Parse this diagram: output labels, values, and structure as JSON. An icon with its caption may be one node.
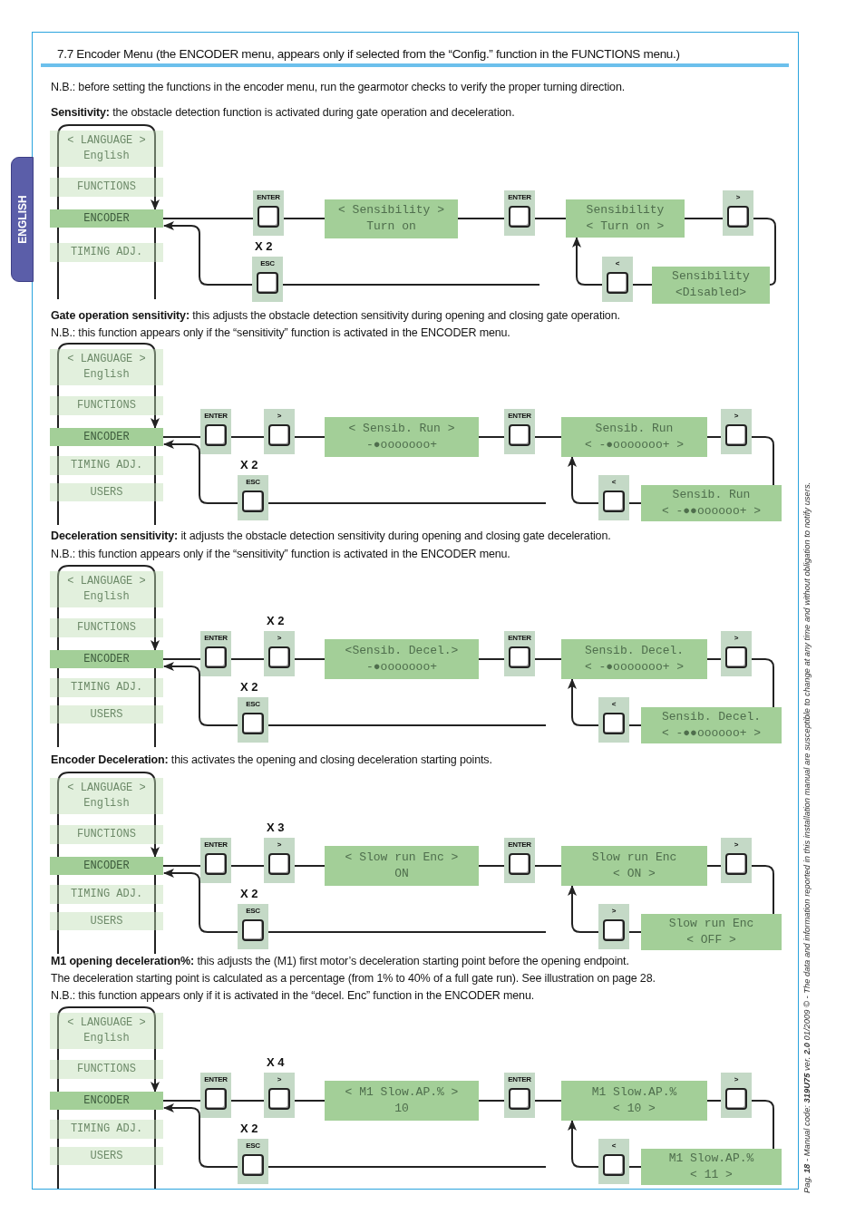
{
  "diagram": {
    "title": "7.7 Encoder Menu (the ENCODER menu, appears only if selected from the “Config.” function in the FUNCTIONS menu.)",
    "nodes": [
      {
        "text": [
          "< LANGUAGE >",
          "English"
        ]
      },
      {
        "text": [
          "FUNCTIONS"
        ]
      },
      {
        "text": [
          "ENCODER"
        ]
      },
      {
        "text": [
          "TIMING ADJ."
        ]
      },
      {
        "text": [
          "ENTER"
        ]
      },
      {
        "text": [
          "< Sensibility >",
          "Turn on"
        ]
      },
      {
        "text": [
          "ENTER"
        ]
      },
      {
        "text": [
          "Sensibility",
          "< Turn on >"
        ]
      },
      {
        "text": [
          ">"
        ]
      },
      {
        "text": [
          "Sensibility",
          "<Disabled>"
        ]
      },
      {
        "text": [
          "<"
        ]
      },
      {
        "text": [
          "ESC"
        ],
        "beside": [
          "X 2"
        ]
      },
      {
        "text": [
          "< LANGUAGE >",
          "English"
        ]
      },
      {
        "text": [
          "FUNCTIONS"
        ]
      },
      {
        "text": [
          "ENCODER"
        ]
      },
      {
        "text": [
          "TIMING ADJ."
        ]
      },
      {
        "text": [
          "USERS"
        ]
      },
      {
        "text": [
          "ENTER"
        ]
      },
      {
        "text": [
          ">"
        ]
      },
      {
        "text": [
          "< Sensib. Run >",
          "-●ooooooo+"
        ]
      },
      {
        "text": [
          "ENTER"
        ]
      },
      {
        "text": [
          "Sensib. Run",
          "< -●ooooooo+ >"
        ]
      },
      {
        "text": [
          ">"
        ]
      },
      {
        "text": [
          "Sensib. Run",
          "< -●●oooooo+ >"
        ]
      },
      {
        "text": [
          "<"
        ]
      },
      {
        "text": [
          "ESC"
        ],
        "beside": [
          "X 2"
        ]
      },
      {
        "text": [
          "< LANGUAGE >",
          "English"
        ]
      },
      {
        "text": [
          "FUNCTIONS"
        ]
      },
      {
        "text": [
          "ENCODER"
        ]
      },
      {
        "text": [
          "TIMING ADJ."
        ]
      },
      {
        "text": [
          "USERS"
        ]
      },
      {
        "text": [
          "ENTER"
        ]
      },
      {
        "text": [
          ">"
        ],
        "beside": [
          "X 2"
        ]
      },
      {
        "text": [
          "<Sensib. Decel.>",
          "-●ooooooo+"
        ]
      },
      {
        "text": [
          "ENTER"
        ]
      },
      {
        "text": [
          "Sensib. Decel.",
          "< -●ooooooo+ >"
        ]
      },
      {
        "text": [
          ">"
        ]
      },
      {
        "text": [
          "Sensib. Decel.",
          "< -●●oooooo+ >"
        ]
      },
      {
        "text": [
          "<"
        ]
      },
      {
        "text": [
          "ESC"
        ],
        "beside": [
          "X 2"
        ]
      },
      {
        "text": [
          "< LANGUAGE >",
          "English"
        ]
      },
      {
        "text": [
          "FUNCTIONS"
        ]
      },
      {
        "text": [
          "ENCODER"
        ]
      },
      {
        "text": [
          "TIMING ADJ."
        ]
      },
      {
        "text": [
          "USERS"
        ]
      },
      {
        "text": [
          "ENTER"
        ]
      },
      {
        "text": [
          ">"
        ],
        "beside": [
          "X 3"
        ]
      },
      {
        "text": [
          "< Slow run Enc >",
          "ON"
        ]
      },
      {
        "text": [
          "ENTER"
        ]
      },
      {
        "text": [
          "Slow run Enc",
          "< ON >"
        ]
      },
      {
        "text": [
          ">"
        ]
      },
      {
        "text": [
          "Slow run Enc",
          "< OFF >"
        ]
      },
      {
        "text": [
          ">"
        ]
      },
      {
        "text": [
          "ESC"
        ],
        "beside": [
          "X 2"
        ]
      },
      {
        "text": [
          "< LANGUAGE >",
          "English"
        ]
      },
      {
        "text": [
          "FUNCTIONS"
        ]
      },
      {
        "text": [
          "ENCODER"
        ]
      },
      {
        "text": [
          "TIMING ADJ."
        ]
      },
      {
        "text": [
          "USERS"
        ]
      },
      {
        "text": [
          "ENTER"
        ]
      },
      {
        "text": [
          ">"
        ],
        "beside": [
          "X 4"
        ]
      },
      {
        "text": [
          "< M1 Slow.AP.% >",
          "10"
        ]
      },
      {
        "text": [
          "ENTER"
        ]
      },
      {
        "text": [
          "M1 Slow.AP.%",
          "< 10 >"
        ]
      },
      {
        "text": [
          ">"
        ]
      },
      {
        "text": [
          "M1 Slow.AP.%",
          "< 11 >"
        ]
      },
      {
        "text": [
          "<"
        ]
      },
      {
        "text": [
          "ESC"
        ],
        "beside": [
          "X 2"
        ]
      }
    ],
    "edges": [
      {
        "from": 2,
        "to": 4,
        "arrow": "none"
      },
      {
        "from": 4,
        "to": 5,
        "arrow": "none"
      },
      {
        "from": 5,
        "to": 6,
        "arrow": "none"
      },
      {
        "from": 6,
        "to": 7,
        "arrow": "none"
      },
      {
        "from": 7,
        "to": 8,
        "arrow": "none"
      },
      {
        "from": 8,
        "to": 9,
        "arrow": "none"
      },
      {
        "from": 9,
        "to": 10,
        "arrow": "none"
      },
      {
        "from": 10,
        "to": 7,
        "arrow": "to"
      },
      {
        "from": 11,
        "to": 2,
        "arrow": "to"
      },
      {
        "from": 11,
        "to": null,
        "arrow": "none"
      },
      {
        "from": 14,
        "to": 17,
        "arrow": "none"
      },
      {
        "from": 17,
        "to": 18,
        "arrow": "none"
      },
      {
        "from": 18,
        "to": 19,
        "arrow": "none"
      },
      {
        "from": 19,
        "to": 20,
        "arrow": "none"
      },
      {
        "from": 20,
        "to": 21,
        "arrow": "none"
      },
      {
        "from": 21,
        "to": 22,
        "arrow": "none"
      },
      {
        "from": 22,
        "to": 23,
        "arrow": "none"
      },
      {
        "from": 23,
        "to": 24,
        "arrow": "none"
      },
      {
        "from": 24,
        "to": 21,
        "arrow": "to"
      },
      {
        "from": 25,
        "to": 14,
        "arrow": "to"
      },
      {
        "from": 25,
        "to": null,
        "arrow": "none"
      },
      {
        "from": 28,
        "to": 31,
        "arrow": "none"
      },
      {
        "from": 31,
        "to": 32,
        "arrow": "none"
      },
      {
        "from": 32,
        "to": 33,
        "arrow": "none"
      },
      {
        "from": 33,
        "to": 34,
        "arrow": "none"
      },
      {
        "from": 34,
        "to": 35,
        "arrow": "none"
      },
      {
        "from": 35,
        "to": 36,
        "arrow": "none"
      },
      {
        "from": 36,
        "to": 37,
        "arrow": "none"
      },
      {
        "from": 37,
        "to": 38,
        "arrow": "none"
      },
      {
        "from": 38,
        "to": 35,
        "arrow": "to"
      },
      {
        "from": 39,
        "to": 28,
        "arrow": "to"
      },
      {
        "from": 39,
        "to": null,
        "arrow": "none"
      },
      {
        "from": 42,
        "to": 45,
        "arrow": "none"
      },
      {
        "from": 45,
        "to": 46,
        "arrow": "none"
      },
      {
        "from": 46,
        "to": 47,
        "arrow": "none"
      },
      {
        "from": 47,
        "to": 48,
        "arrow": "none"
      },
      {
        "from": 48,
        "to": 49,
        "arrow": "none"
      },
      {
        "from": 49,
        "to": 50,
        "arrow": "none"
      },
      {
        "from": 50,
        "to": 51,
        "arrow": "none"
      },
      {
        "from": 51,
        "to": 52,
        "arrow": "none"
      },
      {
        "from": 52,
        "to": 49,
        "arrow": "to"
      },
      {
        "from": 53,
        "to": 42,
        "arrow": "to"
      },
      {
        "from": 53,
        "to": null,
        "arrow": "none"
      },
      {
        "from": 56,
        "to": 59,
        "arrow": "none"
      },
      {
        "from": 59,
        "to": 60,
        "arrow": "none"
      },
      {
        "from": 60,
        "to": 61,
        "arrow": "none"
      },
      {
        "from": 61,
        "to": 62,
        "arrow": "none"
      },
      {
        "from": 62,
        "to": 63,
        "arrow": "none"
      },
      {
        "from": 63,
        "to": 64,
        "arrow": "none"
      },
      {
        "from": 64,
        "to": 65,
        "arrow": "none"
      },
      {
        "from": 65,
        "to": 66,
        "arrow": "none"
      },
      {
        "from": 66,
        "to": 63,
        "arrow": "to"
      },
      {
        "from": 67,
        "to": 56,
        "arrow": "to"
      },
      {
        "from": 67,
        "to": null,
        "arrow": "none"
      }
    ],
    "labels": [
      "N.B.: before setting the functions in the encoder menu, run the gearmotor checks to verify the proper turning direction.",
      "**Sensitivity:** the obstacle detection function is activated during gate operation and deceleration.",
      "ENGLISH",
      "**Gate operation sensitivity:** this adjusts the obstacle detection sensitivity during opening and closing gate operation.",
      "N.B.: this function appears only if the “sensitivity” function is activated in the ENCODER menu.",
      "**Deceleration sensitivity:** it adjusts the obstacle detection sensitivity during opening and closing gate deceleration.",
      "N.B.: this function appears only if the “sensitivity” function is activated in the ENCODER menu.",
      "**Encoder Deceleration:** this activates the opening and closing deceleration starting points.",
      "**M1 opening deceleration%:** this adjusts the (M1) first motor’s deceleration starting point before the opening endpoint.",
      "The deceleration starting point is calculated as a percentage (from 1% to 40% of a full gate run). See illustration on page 28.",
      "N.B.: this function appears only if it is activated in the “decel. Enc” function in the ENCODER menu.",
      "Pag. **18** - Manual code: **319U75** ver. **2.0** 01/2009 © - The data and information reported in this installation manual are susceptible to change at any time and without obligation to notify users."
    ]
  }
}
